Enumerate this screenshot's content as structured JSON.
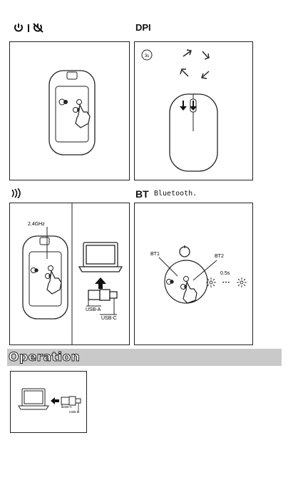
{
  "section1": {
    "title": "",
    "icons": [
      "power-icon",
      "power-off-icon"
    ]
  },
  "section2": {
    "title": "DPI",
    "timer": "3s"
  },
  "section3": {
    "title": "",
    "icon": "wireless-signal-icon",
    "freq_label": "2.4GHz",
    "port_a_label": "USB-A",
    "port_c_label": "USB-C"
  },
  "section4": {
    "title": "BT",
    "brand": "Bluetooth.",
    "bt1_label": "BT1",
    "bt2_label": "BT2",
    "duration_label": "0.5s",
    "blink_sep": "• • •"
  },
  "operation": {
    "title": "Operation",
    "port_a_label": "USB-A",
    "port_c_label": "USB-C"
  },
  "colors": {
    "band": "#c9c9c9",
    "line": "#222222"
  }
}
